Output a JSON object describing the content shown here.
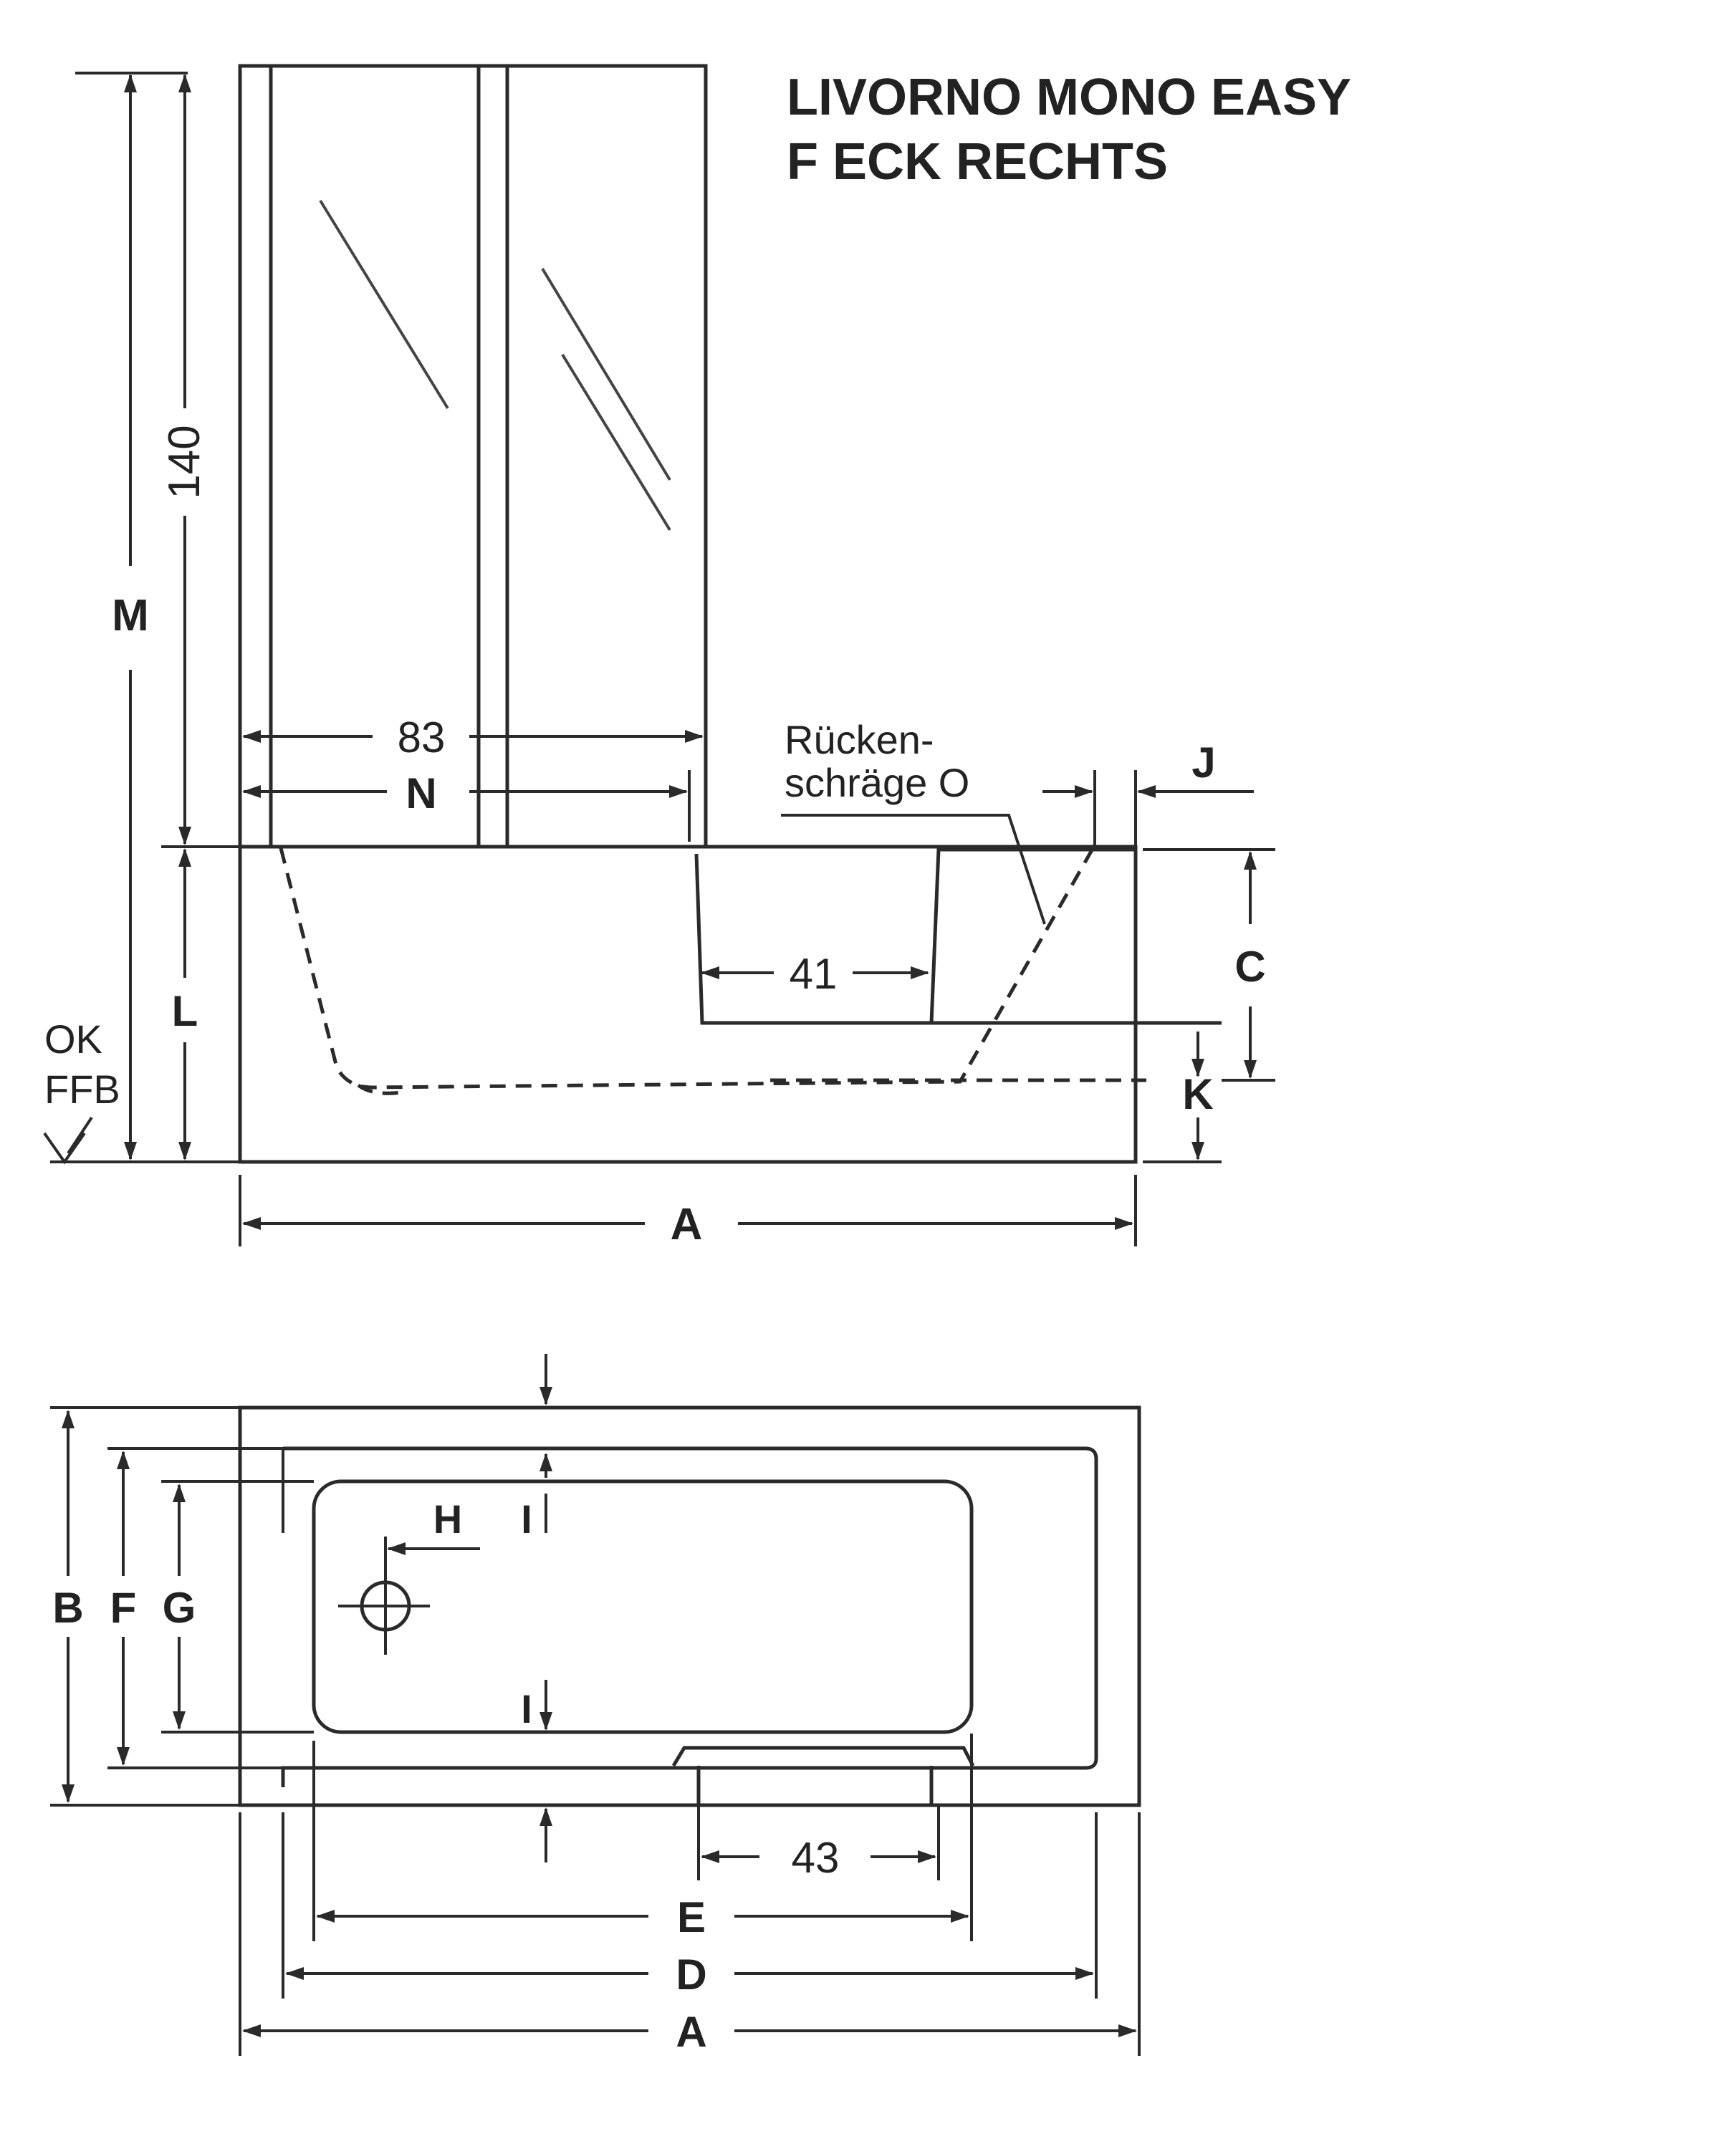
{
  "title": {
    "line1": "LIVORNO MONO EASY",
    "line2": "F ECK RECHTS"
  },
  "side_view": {
    "dim_height_total": "M",
    "dim_screen_height": "140",
    "dim_tub_height": "L",
    "dim_screen_width": "83",
    "dim_screen_width_var": "N",
    "dim_seat": "41",
    "dim_backrest_label_1": "Rücken-",
    "dim_backrest_label_2": "schräge O",
    "dim_j": "J",
    "dim_c": "C",
    "dim_k": "K",
    "dim_length": "A",
    "floor_label_1": "OK",
    "floor_label_2": "FFB"
  },
  "top_view": {
    "dim_b": "B",
    "dim_f": "F",
    "dim_g": "G",
    "dim_h": "H",
    "dim_i_top": "I",
    "dim_i_bottom": "I",
    "dim_step": "43",
    "dim_e": "E",
    "dim_d": "D",
    "dim_a": "A"
  },
  "icons": {
    "drain": "drain-icon",
    "floor_marker": "floor-level-icon"
  }
}
